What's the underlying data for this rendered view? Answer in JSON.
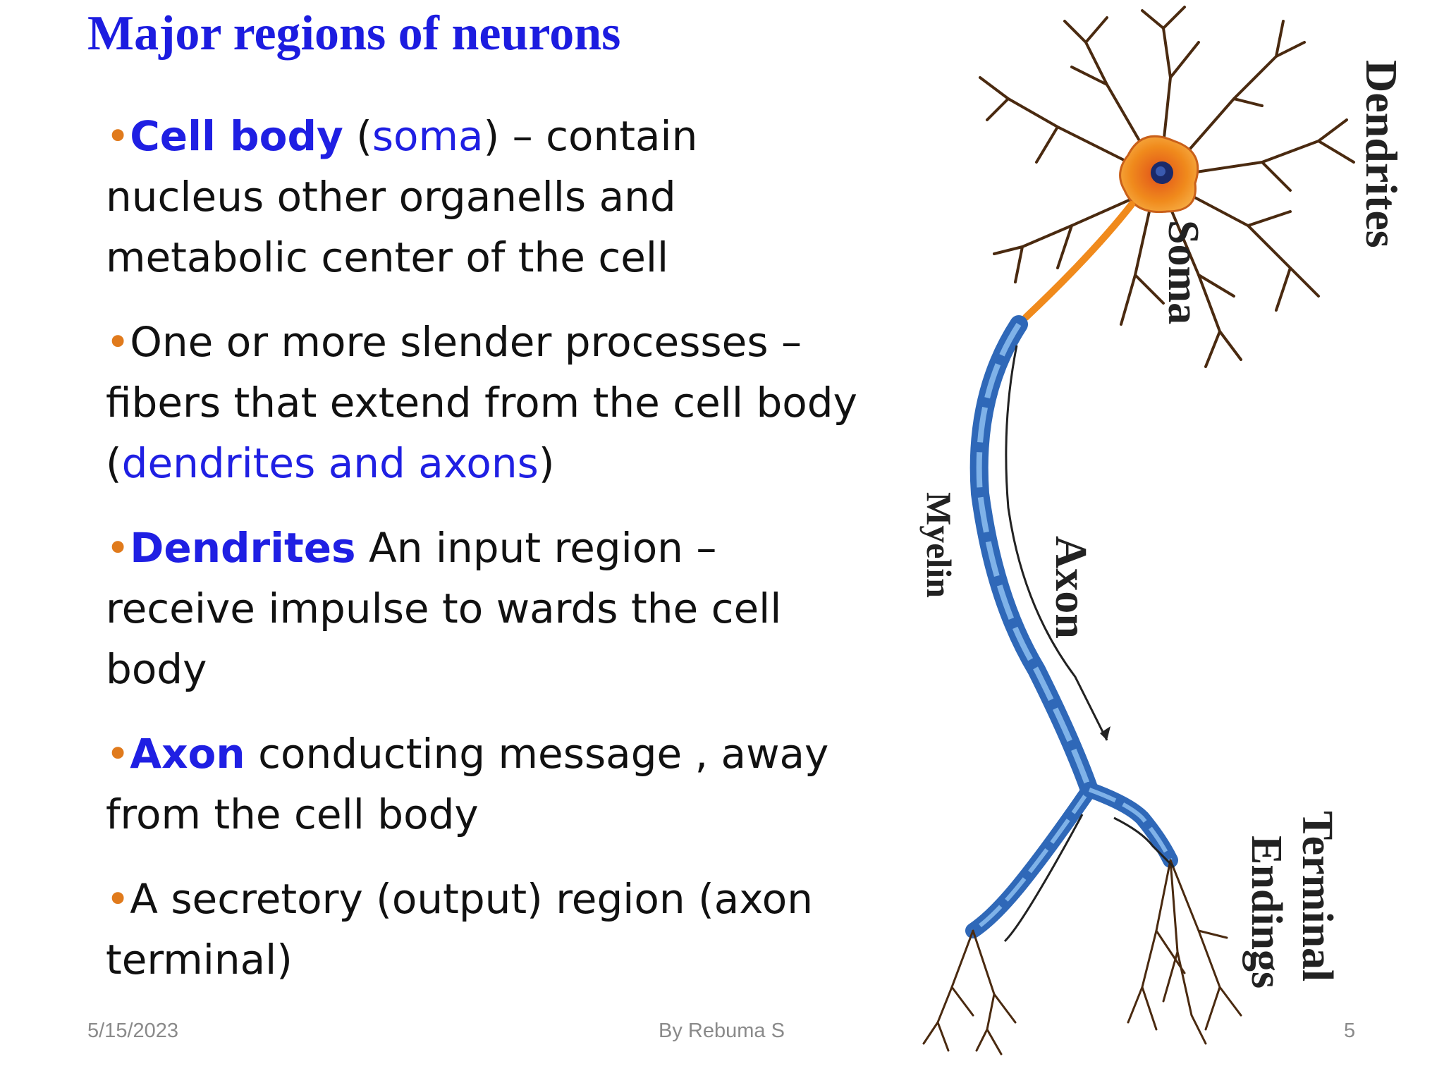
{
  "title": "Major regions of neurons",
  "bullets": [
    {
      "term": "Cell body",
      "open": " (",
      "paren": "soma",
      "close": ")",
      "rest": " – contain nucleus other organells and metabolic center of the cell"
    },
    {
      "rest": "One or more slender processes – fibers that extend from the cell body (",
      "paren": "dendrites and axons",
      "close": ")"
    },
    {
      "term": "Dendrites",
      "rest": "  An input region – receive impulse to wards the cell body"
    },
    {
      "term": "Axon",
      "rest": "  conducting message , away from the cell body"
    },
    {
      "rest": "A secretory (output) region (axon terminal)"
    }
  ],
  "footer": {
    "date": "5/15/2023",
    "author": "By Rebuma S",
    "page": "5"
  },
  "diagram_labels": {
    "dendrites": "Dendrites",
    "soma": "Soma",
    "myelin": "Myelin",
    "axon": "Axon",
    "terminal_line1": "Terminal",
    "terminal_line2": "Endings"
  },
  "colors": {
    "title": "#1c1ce0",
    "term": "#1f1fe3",
    "bullet": "#e07a1c",
    "soma": "#f08a1c",
    "myelin": "#2f68b8"
  }
}
